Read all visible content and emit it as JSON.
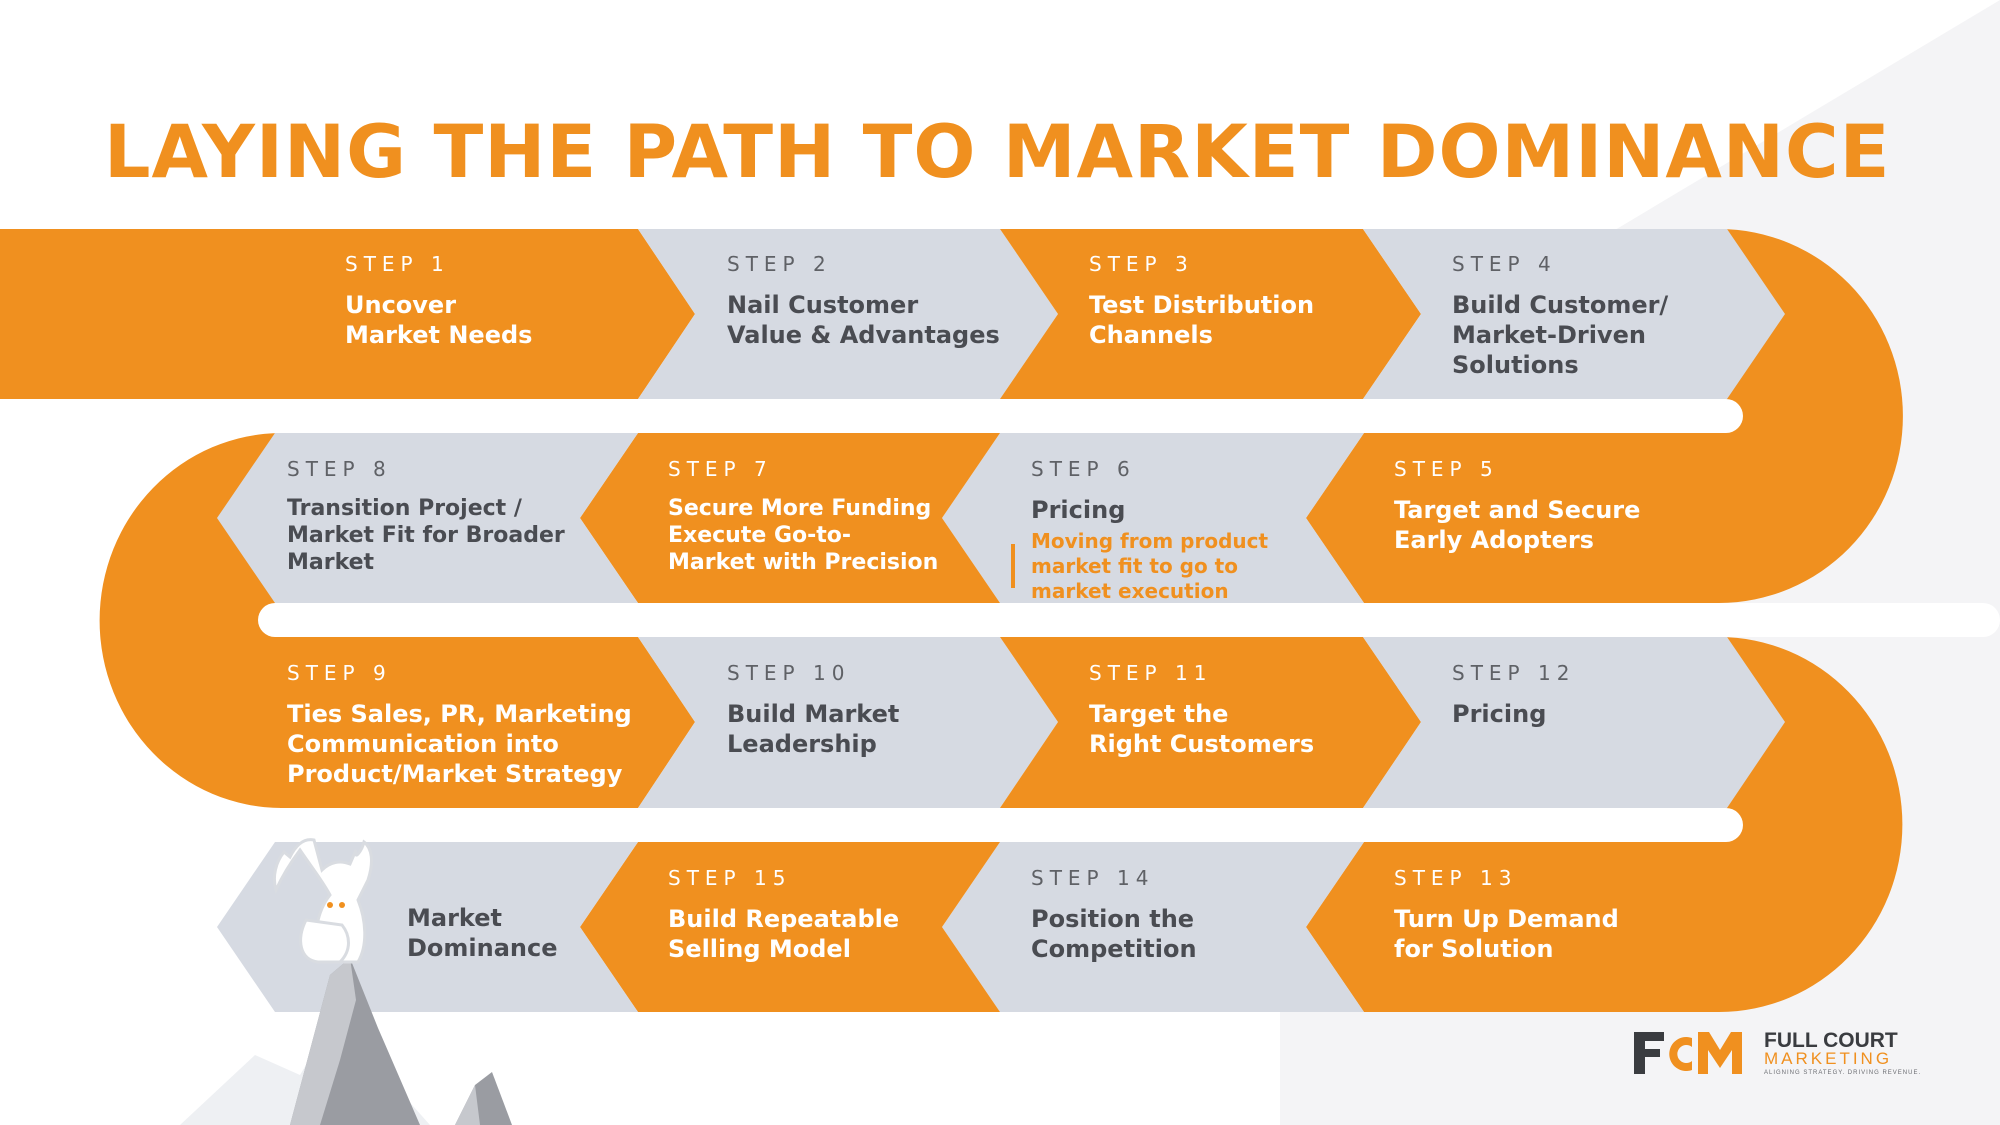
{
  "title": "LAYING THE PATH TO MARKET DOMINANCE",
  "colors": {
    "orange": "#F0901F",
    "gray": "#D6DAE2",
    "text_dark": "#4a4c52"
  },
  "steps": [
    {
      "label": "STEP 1",
      "title": "Uncover\nMarket Needs"
    },
    {
      "label": "STEP 2",
      "title": "Nail Customer\nValue & Advantages"
    },
    {
      "label": "STEP 3",
      "title": "Test Distribution\nChannels"
    },
    {
      "label": "STEP 4",
      "title": "Build Customer/\nMarket-Driven\nSolutions"
    },
    {
      "label": "STEP 5",
      "title": "Target and Secure\nEarly Adopters"
    },
    {
      "label": "STEP 6",
      "title": "Pricing",
      "subtitle": "Moving from product\nmarket fit to go to\nmarket execution"
    },
    {
      "label": "STEP 7",
      "title": "Secure More Funding\nExecute Go-to-\nMarket with Precision"
    },
    {
      "label": "STEP 8",
      "title": "Transition Project /\nMarket Fit for Broader\nMarket"
    },
    {
      "label": "STEP 9",
      "title": "Ties Sales, PR, Marketing\nCommunication into\nProduct/Market Strategy"
    },
    {
      "label": "STEP 10",
      "title": "Build Market\nLeadership"
    },
    {
      "label": "STEP 11",
      "title": "Target the\nRight Customers"
    },
    {
      "label": "STEP 12",
      "title": "Pricing"
    },
    {
      "label": "STEP 13",
      "title": "Turn Up Demand\nfor Solution"
    },
    {
      "label": "STEP 14",
      "title": "Position the\nCompetition"
    },
    {
      "label": "STEP 15",
      "title": "Build Repeatable\nSelling Model"
    }
  ],
  "final": {
    "title": "Market\nDominance",
    "icon": "climber-on-mountain-icon"
  },
  "logo": {
    "mark": "FCM",
    "name": "FULL COURT",
    "sub": "MARKETING",
    "tagline": "ALIGNING STRATEGY. DRIVING REVENUE.",
    "mark_colors": {
      "dark": "#3a3c40",
      "orange": "#F0901F"
    }
  }
}
